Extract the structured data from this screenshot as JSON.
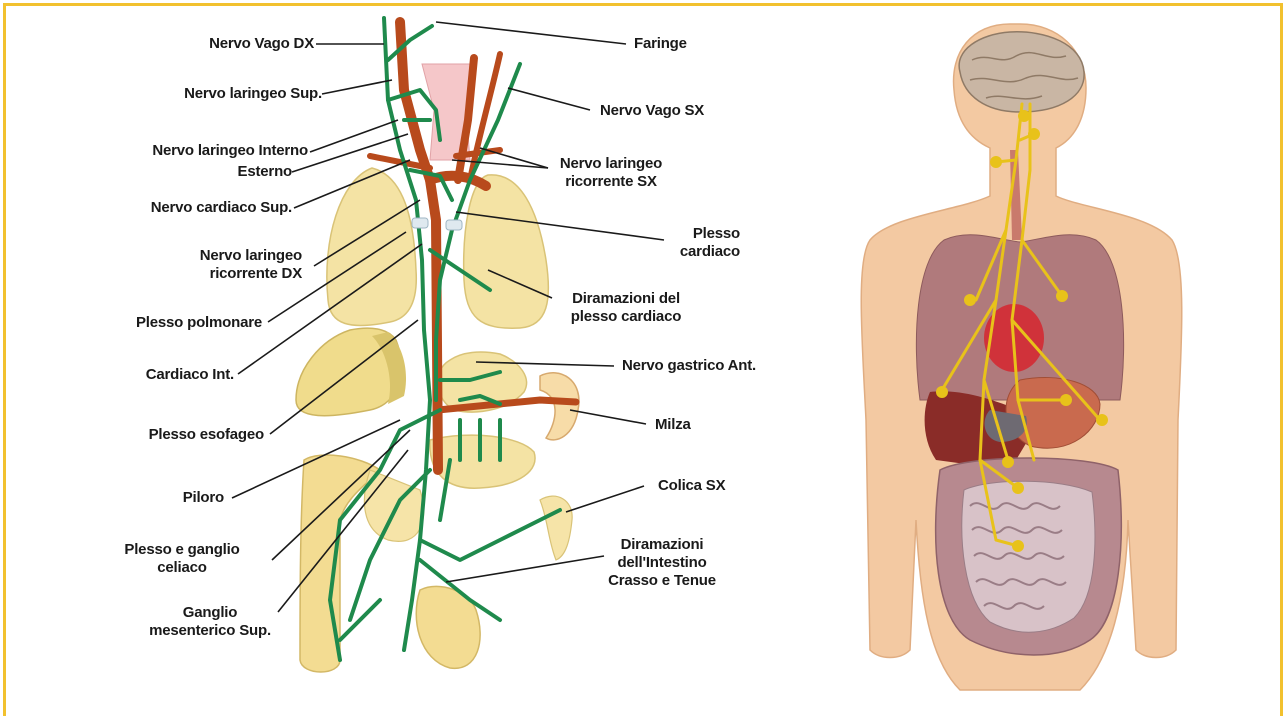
{
  "labels_left": {
    "nervo_vago_dx": "Nervo Vago DX",
    "nervo_laringeo_sup": "Nervo laringeo Sup.",
    "nervo_laringeo_interno": "Nervo laringeo Interno",
    "esterno": "Esterno",
    "nervo_cardiaco_sup": "Nervo cardiaco Sup.",
    "nervo_laringeo_ricorrente_dx_1": "Nervo laringeo",
    "nervo_laringeo_ricorrente_dx_2": "ricorrente DX",
    "plesso_polmonare": "Plesso polmonare",
    "cardiaco_int": "Cardiaco Int.",
    "plesso_esofageo": "Plesso esofageo",
    "piloro": "Piloro",
    "plesso_ganglio_celiaco_1": "Plesso e ganglio",
    "plesso_ganglio_celiaco_2": "celiaco",
    "ganglio_mesenterico_1": "Ganglio",
    "ganglio_mesenterico_2": "mesenterico Sup."
  },
  "labels_right": {
    "faringe": "Faringe",
    "nervo_vago_sx": "Nervo Vago SX",
    "nervo_laringeo_ricorrente_sx_1": "Nervo laringeo",
    "nervo_laringeo_ricorrente_sx_2": "ricorrente SX",
    "plesso_cardiaco_1": "Plesso",
    "plesso_cardiaco_2": "cardiaco",
    "diramazioni_plesso_1": "Diramazioni del",
    "diramazioni_plesso_2": "plesso cardiaco",
    "nervo_gastrico_ant": "Nervo gastrico Ant.",
    "milza": "Milza",
    "colica_sx": "Colica SX",
    "diramazioni_intestino_1": "Diramazioni",
    "diramazioni_intestino_2": "dell'Intestino",
    "diramazioni_intestino_3": "Crasso e Tenue"
  },
  "colors": {
    "frame": "#f2c12e",
    "nerve_green": "#1f8a4c",
    "artery": "#b84a1c",
    "organ_yellow": "#f3e3a6",
    "body_skin": "#f3c9a2",
    "nerve_yellow": "#e8c21a"
  }
}
